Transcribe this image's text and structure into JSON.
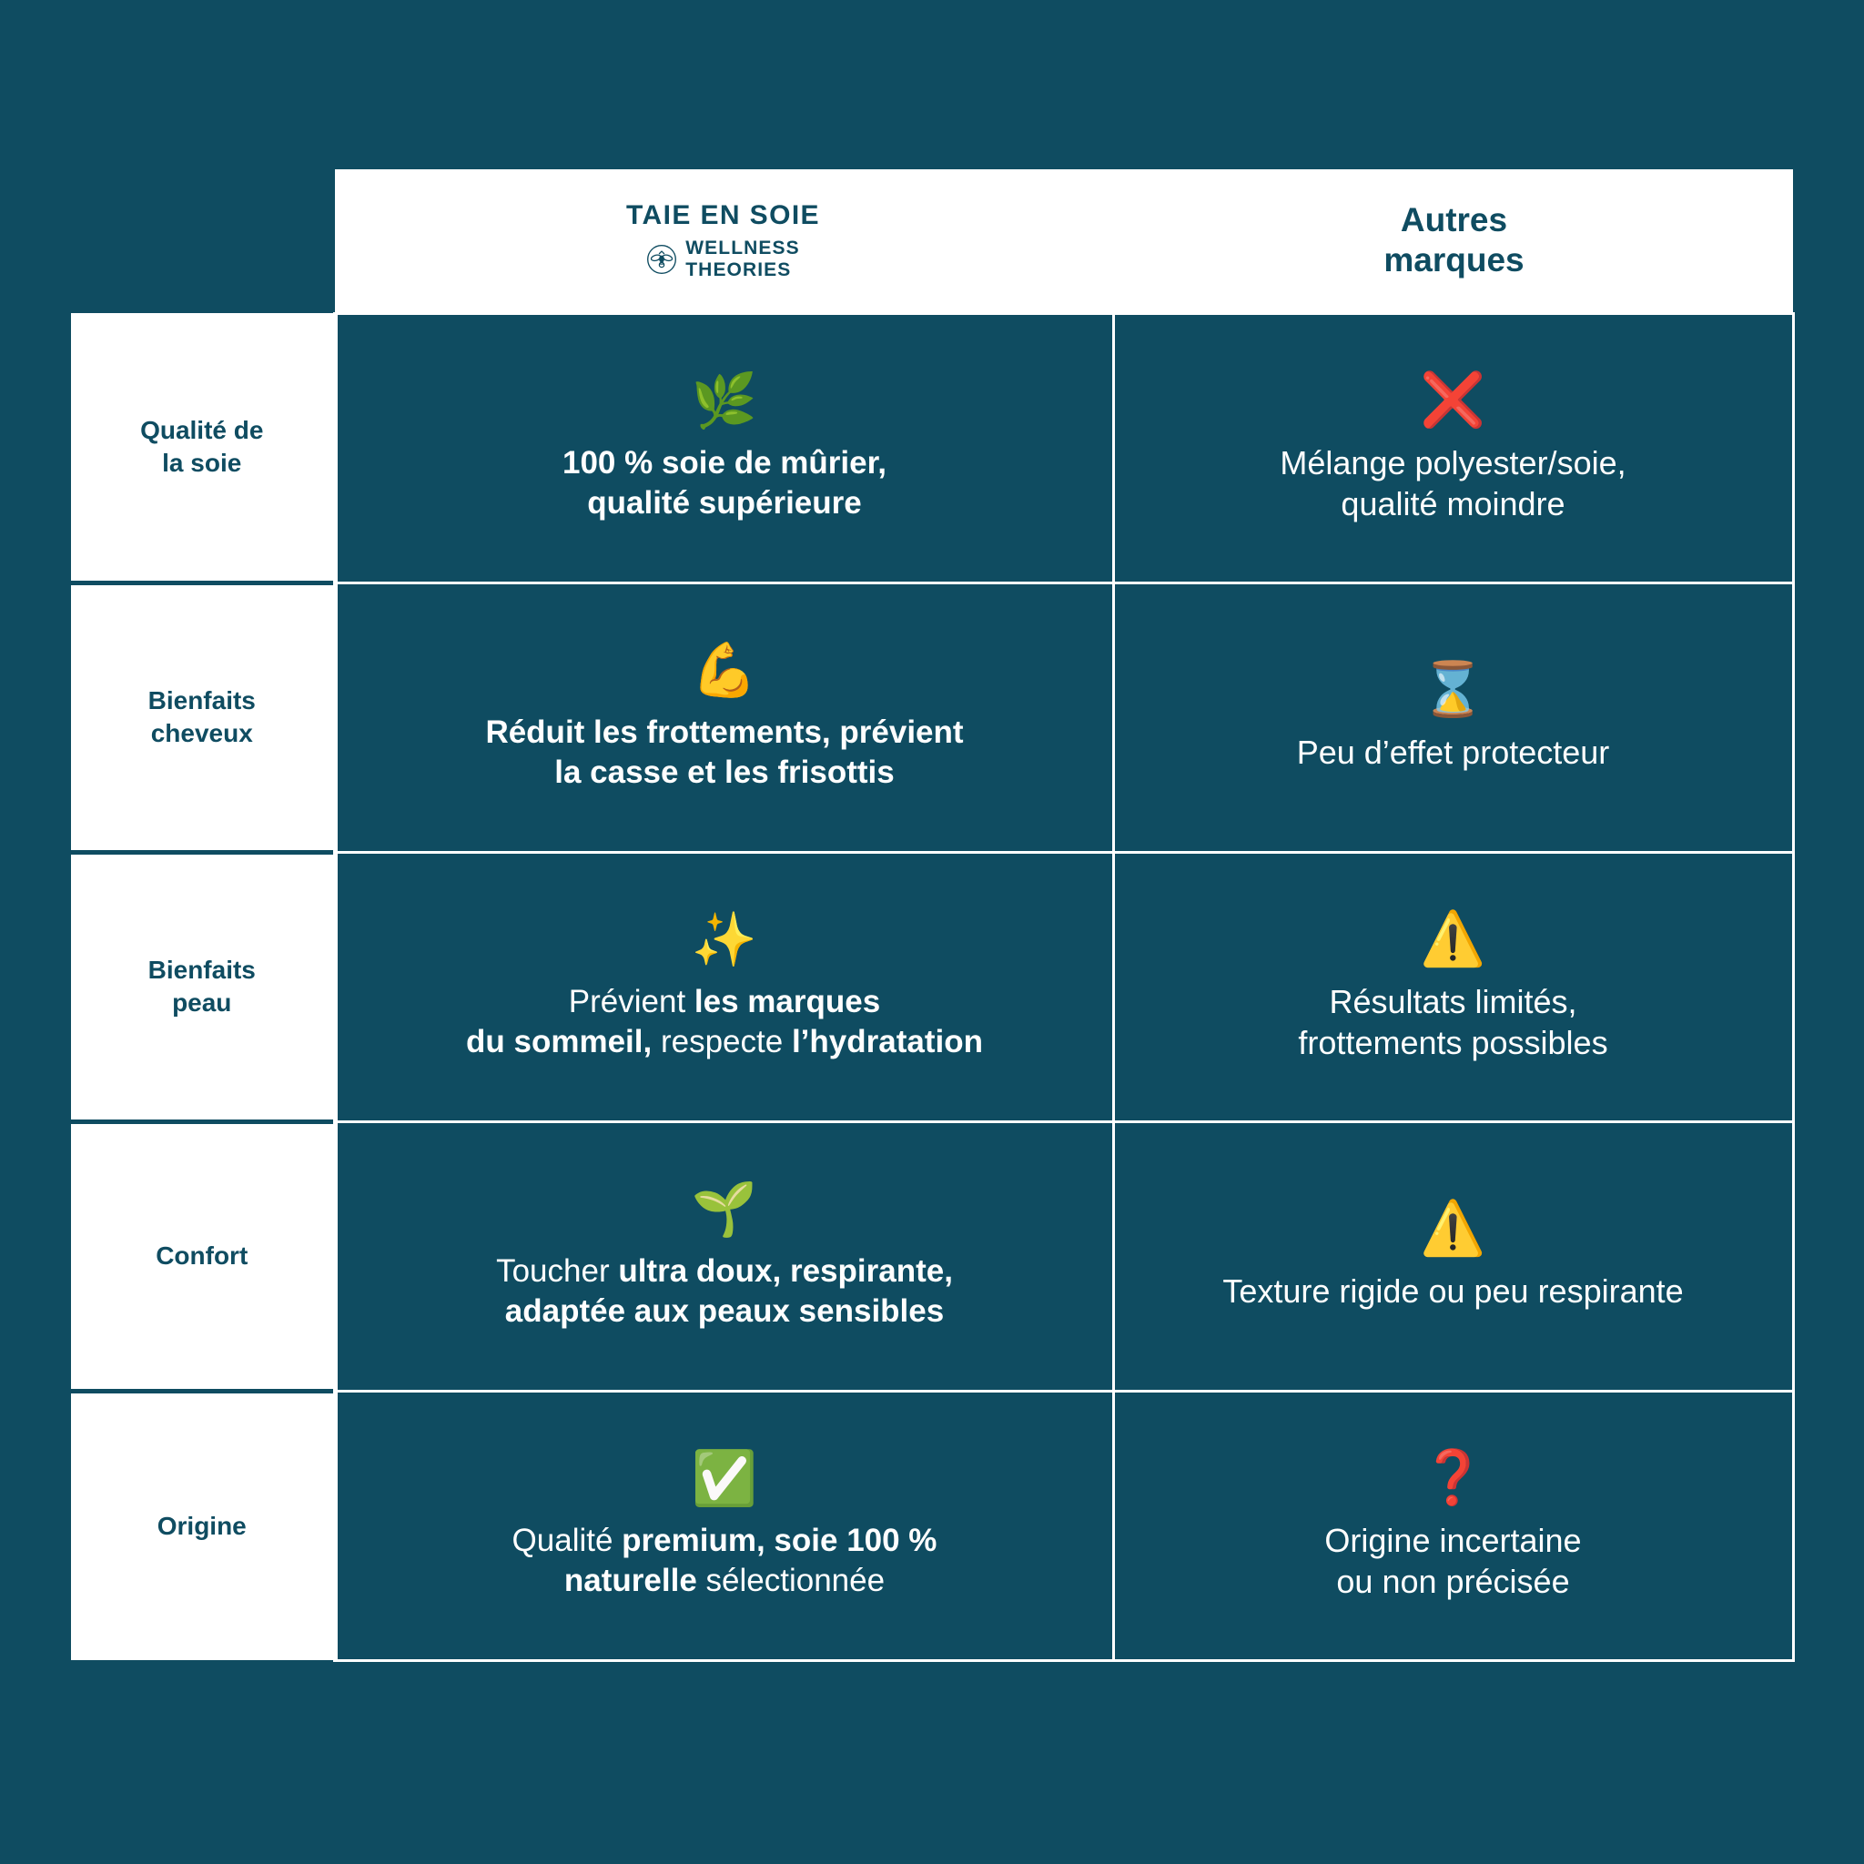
{
  "theme": {
    "background": "#0F4C61",
    "panel": "#FFFFFF",
    "text_on_dark": "#FFFFFF",
    "text_on_light": "#0F4C61",
    "negative": "#E8242A",
    "warning": "#FFC83D",
    "positive": "#22A047"
  },
  "header": {
    "label_column": "",
    "brand": {
      "title": "TAIE EN SOIE",
      "logo_mark": "bee-in-circle-icon",
      "logo_words": "WELLNESS\nTHEORIES"
    },
    "other": {
      "title": "Autres\nmarques"
    }
  },
  "rows": [
    {
      "label": "Qualité de\nla soie",
      "brand": {
        "icon": "herb-leaves-emoji",
        "icon_glyph": "🌿",
        "text_html": "100 % soie de mûrier,<br>qualité supérieure",
        "weight": "bold"
      },
      "other": {
        "icon": "red-cross-mark-emoji",
        "icon_glyph": "❌",
        "text_html": "Mélange polyester/soie,<br>qualité moindre",
        "weight": "normal"
      }
    },
    {
      "label": "Bienfaits\ncheveux",
      "brand": {
        "icon": "flexed-biceps-emoji",
        "icon_glyph": "💪",
        "text_html": "Réduit les frottements, prévient<br>la casse et les frisottis",
        "weight": "bold"
      },
      "other": {
        "icon": "hourglass-emoji",
        "icon_glyph": "⌛",
        "text_html": "Peu d’effet protecteur",
        "weight": "normal"
      }
    },
    {
      "label": "Bienfaits\npeau",
      "brand": {
        "icon": "sparkles-emoji",
        "icon_glyph": "✨",
        "text_html": "Prévient <b>les marques<br>du sommeil,</b> respecte <b>l’hydratation</b>",
        "weight": "normal"
      },
      "other": {
        "icon": "warning-triangle-emoji",
        "icon_glyph": "⚠️",
        "text_html": "Résultats limités,<br>frottements possibles",
        "weight": "normal"
      }
    },
    {
      "label": "Confort",
      "brand": {
        "icon": "seedling-emoji",
        "icon_glyph": "🌱",
        "text_html": "Toucher <b>ultra doux, respirante,<br>adaptée aux peaux sensibles</b>",
        "weight": "normal"
      },
      "other": {
        "icon": "warning-triangle-emoji",
        "icon_glyph": "⚠️",
        "text_html": "Texture rigide ou peu respirante",
        "weight": "normal"
      }
    },
    {
      "label": "Origine",
      "brand": {
        "icon": "green-check-mark-button-emoji",
        "icon_glyph": "✅",
        "text_html": "Qualité <b>premium, soie 100 %<br>naturelle</b> sélectionnée",
        "weight": "normal"
      },
      "other": {
        "icon": "red-question-mark-emoji",
        "icon_glyph": "❓",
        "text_html": "Origine incertaine<br>ou non précisée",
        "weight": "normal"
      }
    }
  ]
}
